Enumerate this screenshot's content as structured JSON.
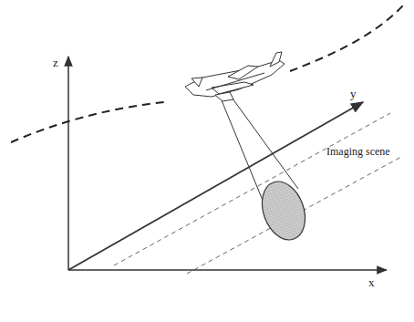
{
  "diagram": {
    "labels": [
      "z",
      "y",
      "x",
      "Imaging scene"
    ]
  }
}
